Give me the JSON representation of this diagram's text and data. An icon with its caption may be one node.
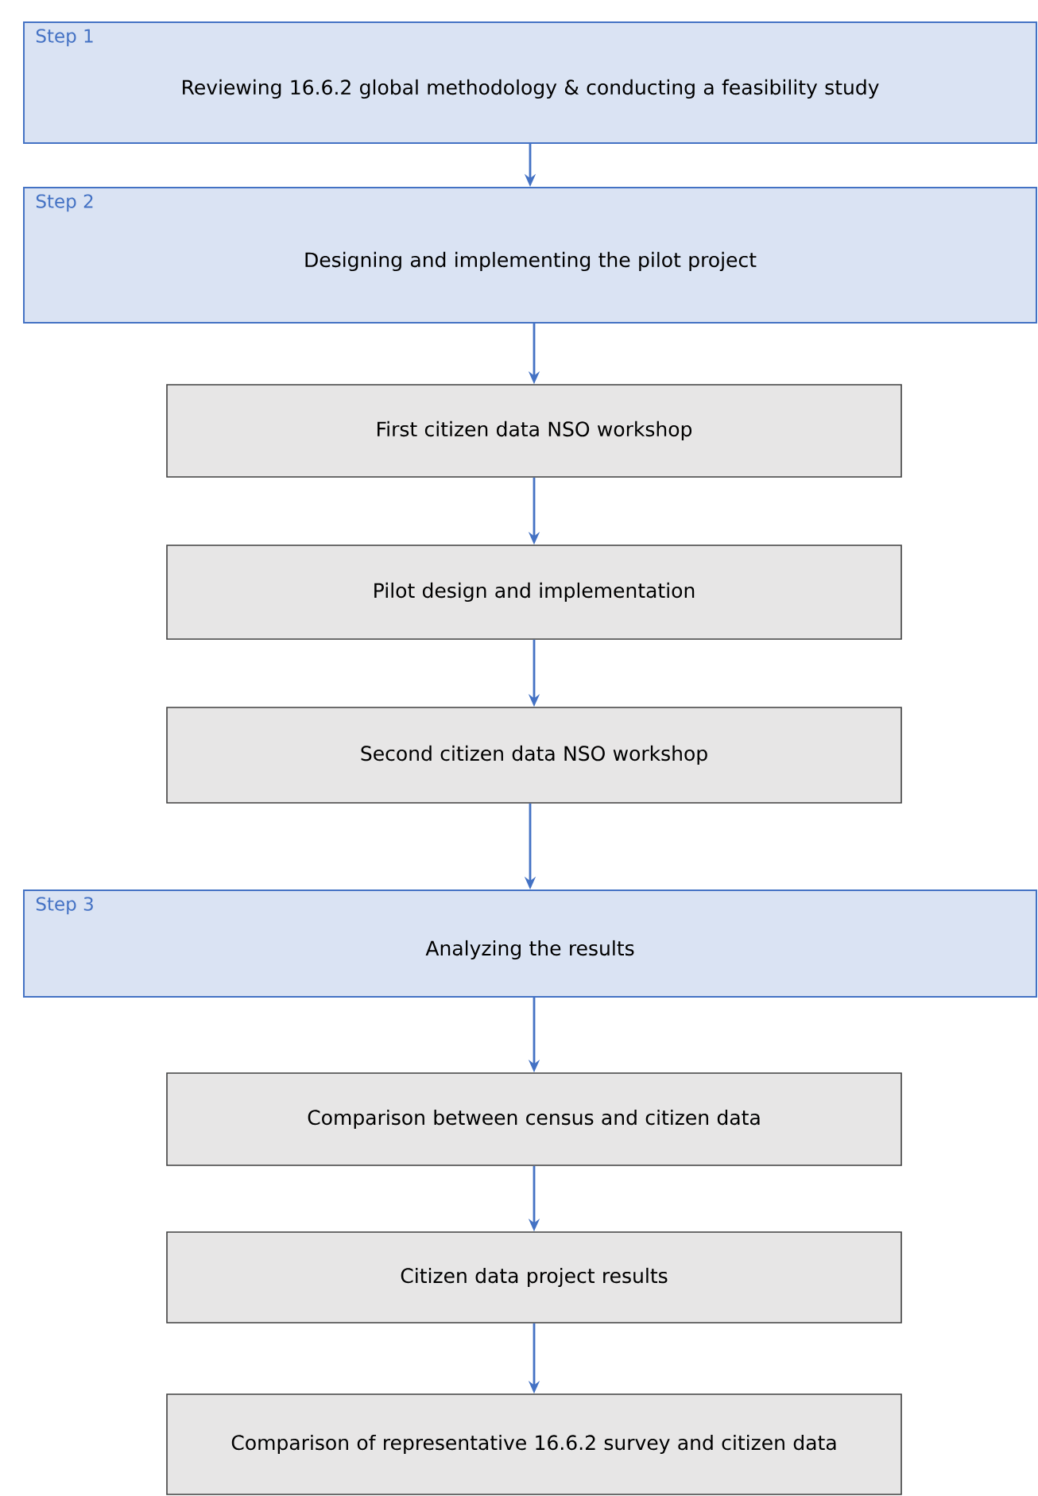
{
  "diagram": {
    "nodes": [
      {
        "text": [
          "Step 1",
          "Reviewing 16.6.2 global methodology & conducting a feasibility study"
        ]
      },
      {
        "text": [
          "Step 2",
          "Designing and implementing the pilot project"
        ]
      },
      {
        "text": [
          "First citizen data NSO workshop"
        ]
      },
      {
        "text": [
          "Pilot design and implementation"
        ]
      },
      {
        "text": [
          "Second citizen data NSO workshop"
        ]
      },
      {
        "text": [
          "Step 3",
          "Analyzing the results"
        ]
      },
      {
        "text": [
          "Comparison between census and citizen data"
        ]
      },
      {
        "text": [
          "Citizen data project results"
        ]
      },
      {
        "text": [
          "Comparison of representative 16.6.2 survey and citizen data"
        ]
      }
    ],
    "edges": [
      {
        "from": 0,
        "to": 1,
        "arrow": "to"
      },
      {
        "from": 1,
        "to": 2,
        "arrow": "to"
      },
      {
        "from": 2,
        "to": 3,
        "arrow": "to"
      },
      {
        "from": 3,
        "to": 4,
        "arrow": "to"
      },
      {
        "from": 4,
        "to": 5,
        "arrow": "to"
      },
      {
        "from": 5,
        "to": 6,
        "arrow": "to"
      },
      {
        "from": 6,
        "to": 7,
        "arrow": "to"
      },
      {
        "from": 7,
        "to": 8,
        "arrow": "to"
      }
    ]
  }
}
